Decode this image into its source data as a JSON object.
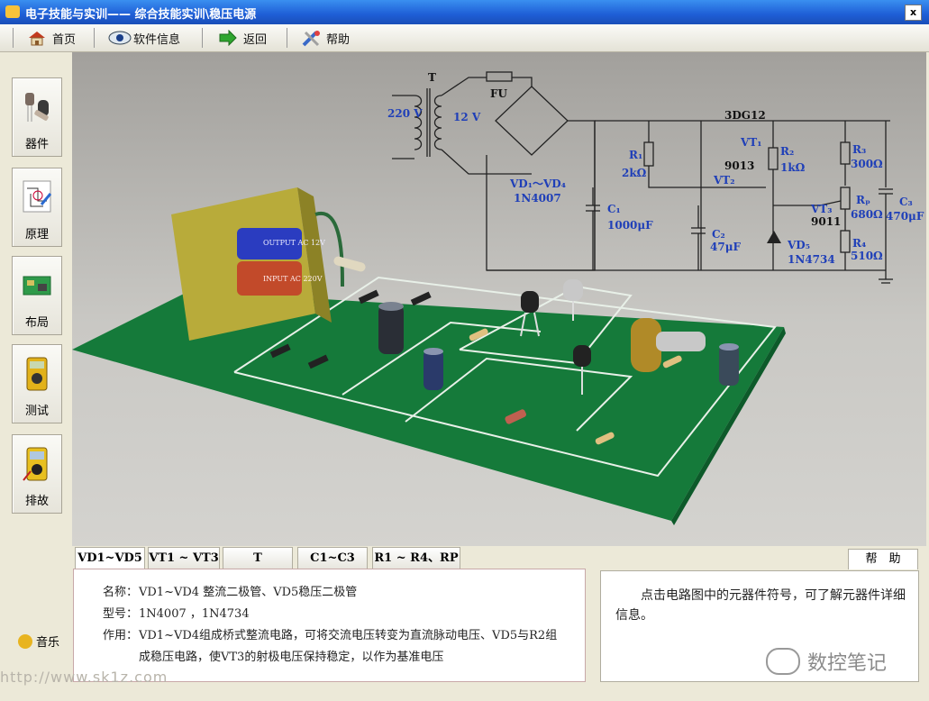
{
  "window": {
    "title": "电子技能与实训—— 综合技能实训\\稳压电源",
    "close_label": "x"
  },
  "toolbar": {
    "items": [
      {
        "label": "首页",
        "icon": "house-icon"
      },
      {
        "label": "软件信息",
        "icon": "eye-icon"
      },
      {
        "label": "返回",
        "icon": "arrow-right-icon"
      },
      {
        "label": "帮助",
        "icon": "tools-icon"
      }
    ]
  },
  "sidebar": {
    "items": [
      {
        "label": "器件",
        "icon": "components-icon"
      },
      {
        "label": "原理",
        "icon": "schematic-icon"
      },
      {
        "label": "布局",
        "icon": "pcb-icon"
      },
      {
        "label": "测试",
        "icon": "multimeter-icon"
      },
      {
        "label": "排故",
        "icon": "meter-icon"
      }
    ],
    "music": "音乐"
  },
  "circuit": {
    "T": "T",
    "FU": "FU",
    "v220": "220 V",
    "v12": "12 V",
    "bridge": "VD₁～VD₄",
    "bridge_part": "1N4007",
    "c1": "C₁",
    "c1v": "1000μF",
    "r1": "R₁",
    "r1v": "2kΩ",
    "q1part": "3DG12",
    "vt1": "VT₁",
    "q2part": "9013",
    "vt2": "VT₂",
    "c2": "C₂",
    "c2v": "47μF",
    "r2": "R₂",
    "r2v": "1kΩ",
    "vt3": "VT₃",
    "q3part": "9011",
    "vd5": "VD₅",
    "vd5part": "1N4734",
    "r3": "R₃",
    "r3v": "300Ω",
    "rp": "Rₚ",
    "rpv": "680Ω",
    "r4": "R₄",
    "r4v": "510Ω",
    "c3": "C₃",
    "c3v": "470μF",
    "pcb_label1": "OUTPUT AC 12V",
    "pcb_label2": "INPUT AC 220V"
  },
  "tabs": [
    "VD1~VD5",
    "VT1 ~ VT3",
    "T",
    "C1~C3",
    "R1 ~ R4、RP"
  ],
  "info": {
    "name_k": "名称：",
    "name_v": "VD1~VD4 整流二极管、VD5稳压二极管",
    "model_k": "型号：",
    "model_v": "1N4007 ，1N4734",
    "role_k": "作用：",
    "role_v1": "VD1~VD4组成桥式整流电路，可将交流电压转变为直流脉动电压、VD5与R2组",
    "role_v2": "成稳压电路，使VT3的射极电压保持稳定，以作为基准电压"
  },
  "help": {
    "tab": "帮　助",
    "text": "点击电路图中的元器件符号，可了解元器件详细信息。"
  },
  "watermark": {
    "text": "数控笔记",
    "url": "http://www.sk1z.com"
  }
}
